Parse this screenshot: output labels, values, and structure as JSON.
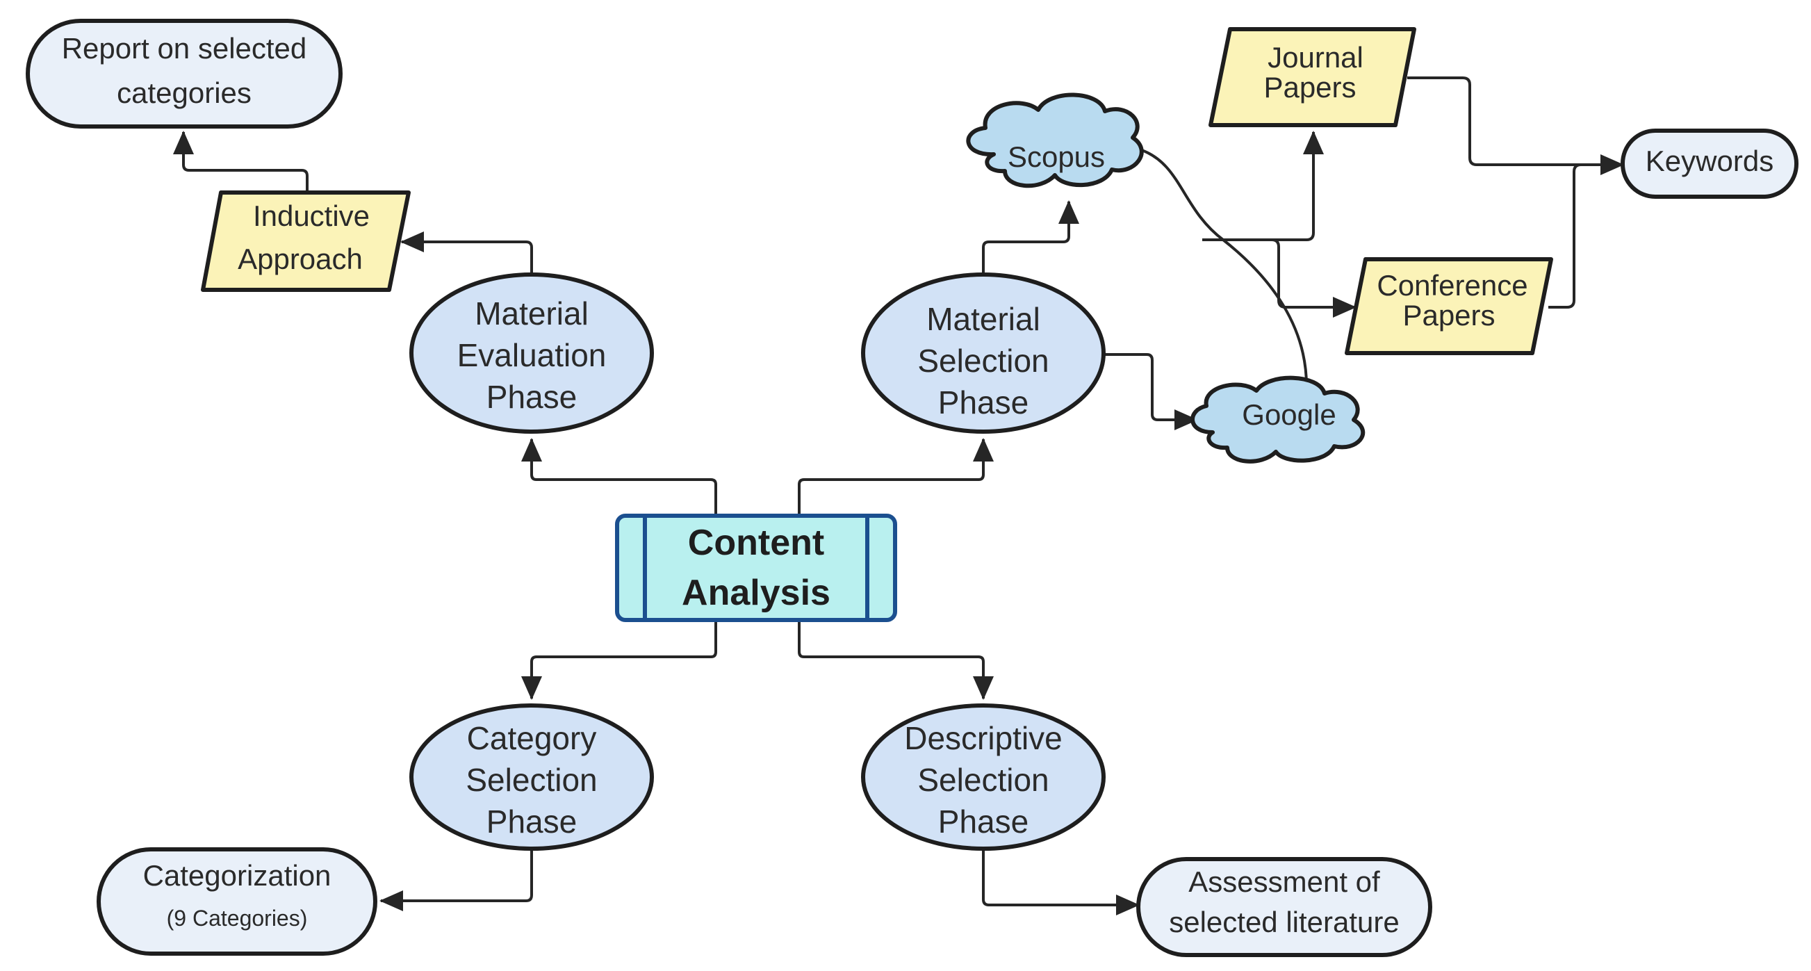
{
  "colors": {
    "ellipse_fill": "#d2e2f6",
    "oval_fill": "#e9f0f9",
    "parallelogram_fill": "#fbf3b8",
    "cloud_fill": "#b9dbf0",
    "center_fill": "#b9f0ef",
    "center_stroke": "#1b4f8f",
    "line": "#262626"
  },
  "nodes": {
    "content_analysis": {
      "line1": "Content",
      "line2": "Analysis"
    },
    "material_evaluation": {
      "line1": "Material",
      "line2": "Evaluation",
      "line3": "Phase"
    },
    "material_selection": {
      "line1": "Material",
      "line2": "Selection",
      "line3": "Phase"
    },
    "category_selection": {
      "line1": "Category",
      "line2": "Selection",
      "line3": "Phase"
    },
    "descriptive_selection": {
      "line1": "Descriptive",
      "line2": "Selection",
      "line3": "Phase"
    },
    "report": {
      "line1": "Report on selected",
      "line2": "categories"
    },
    "inductive": {
      "line1": "Inductive",
      "line2": "Approach"
    },
    "scopus": {
      "label": "Scopus"
    },
    "google": {
      "label": "Google"
    },
    "journal": {
      "line1": "Journal",
      "line2": "Papers"
    },
    "conference": {
      "line1": "Conference",
      "line2": "Papers"
    },
    "keywords": {
      "label": "Keywords"
    },
    "categorization": {
      "line1": "Categorization",
      "line2": "(9 Categories)"
    },
    "assessment": {
      "line1": "Assessment of",
      "line2": "selected literature"
    }
  }
}
